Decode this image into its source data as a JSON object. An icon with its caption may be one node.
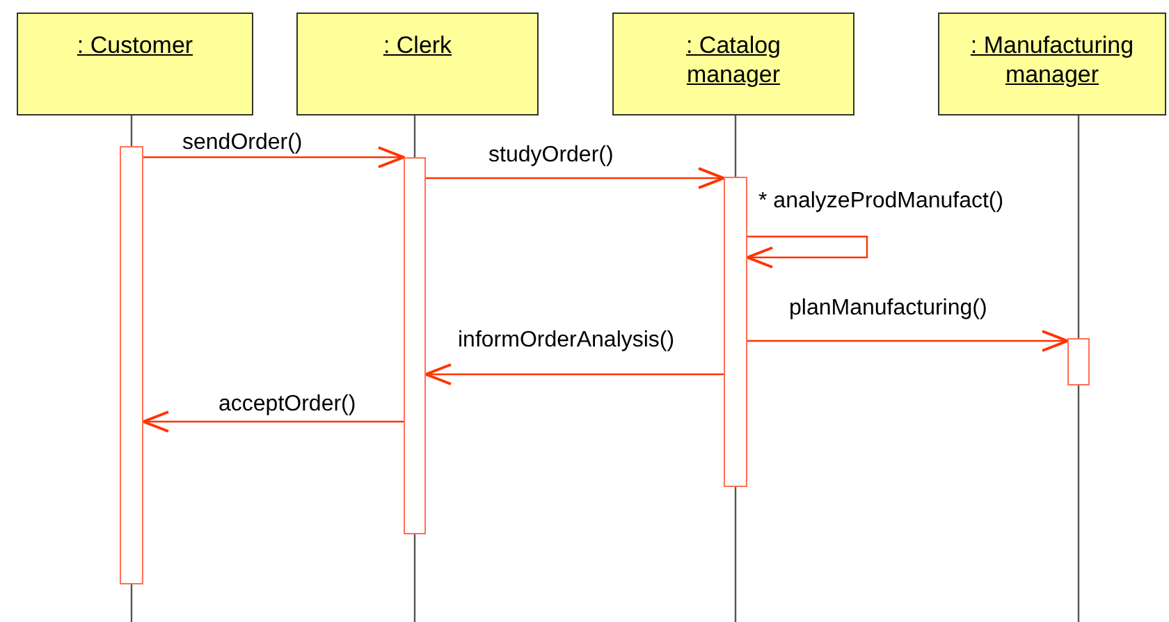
{
  "diagram": {
    "nodes": [
      {
        "text": [
          ": Customer"
        ]
      },
      {
        "text": [
          ": Clerk"
        ]
      },
      {
        "text": [
          ": Catalog manager"
        ]
      },
      {
        "text": [
          ": Manufacturing manager"
        ]
      },
      {
        "text": [],
        "shape": "bar"
      },
      {
        "text": [],
        "shape": "bar"
      },
      {
        "text": [],
        "shape": "bar"
      },
      {
        "text": [],
        "shape": "bar"
      }
    ],
    "edges": [
      {
        "from": 0,
        "to": 4,
        "arrow": "none",
        "color": "#555555"
      },
      {
        "from": 1,
        "to": 5,
        "arrow": "none",
        "color": "#555555"
      },
      {
        "from": 2,
        "to": 6,
        "arrow": "none",
        "color": "#555555"
      },
      {
        "from": 3,
        "to": 7,
        "arrow": "none",
        "color": "#555555"
      },
      {
        "from": 4,
        "to": 5,
        "label": "sendOrder()",
        "arrow": "to"
      },
      {
        "from": 5,
        "to": 6,
        "label": "studyOrder()",
        "arrow": "to"
      },
      {
        "from": 6,
        "to": 6,
        "label": "* analyzeProdManufact()",
        "arrow": "to"
      },
      {
        "from": 6,
        "to": 7,
        "label": "planManufacturing()",
        "arrow": "to"
      },
      {
        "from": 6,
        "to": 5,
        "label": "informOrderAnalysis()",
        "arrow": "to"
      },
      {
        "from": 5,
        "to": 4,
        "label": "acceptOrder()",
        "arrow": "to"
      }
    ]
  }
}
